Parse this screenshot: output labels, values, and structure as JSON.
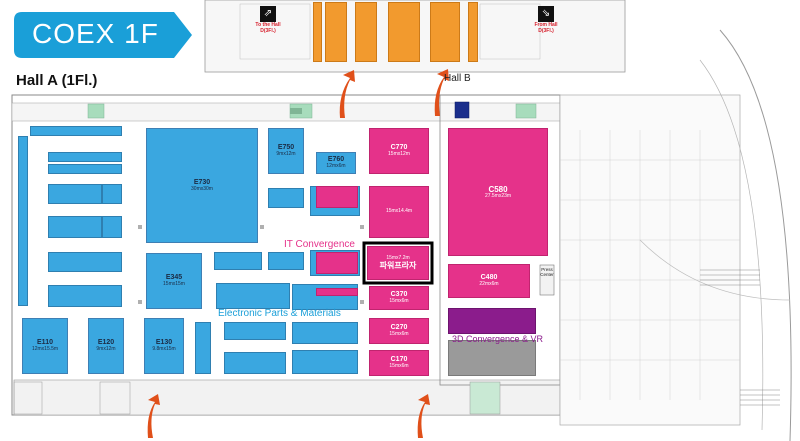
{
  "title": "COEX 1F",
  "hall_a_label": "Hall A (1Fl.)",
  "hall_b_label": "Hall B",
  "to_hall_d": "To the Hall D(3Fl.)",
  "from_hall_d": "From Hall D(3Fl.)",
  "zones": {
    "it": "IT Convergence",
    "electronic": "Electronic Parts & Materials",
    "vr": "3D Convergence & VR"
  },
  "press_center": "Press Center",
  "highlight": {
    "size": "15mx7.2m",
    "name": "파워프라자"
  },
  "booths": {
    "E730": {
      "code": "E730",
      "size": "30mx30m"
    },
    "E750": {
      "code": "E750",
      "size": "9mx12m"
    },
    "E760": {
      "code": "E760",
      "size": "12mx6m"
    },
    "E345": {
      "code": "E345",
      "size": "15mx15m"
    },
    "E110": {
      "code": "E110",
      "size": "12mx15.5m"
    },
    "E120": {
      "code": "E120",
      "size": "9mx12m"
    },
    "E130": {
      "code": "E130",
      "size": "9.8mx15m"
    },
    "C770": {
      "code": "C770",
      "size": "15mx12m"
    },
    "C771": {
      "code": "",
      "size": "15mx14.4m"
    },
    "C370": {
      "code": "C370",
      "size": "15mx6m"
    },
    "C270": {
      "code": "C270",
      "size": "15mx6m"
    },
    "C170": {
      "code": "C170",
      "size": "15mx6m"
    },
    "C580": {
      "code": "C580",
      "size": "27.5mx23m"
    },
    "C480": {
      "code": "C480",
      "size": "22mx6m"
    }
  },
  "colors": {
    "blue": "#3aa7e0",
    "pink": "#e5328a",
    "purple": "#8b1c8c",
    "orange": "#f29a2e",
    "title_bg": "#1a9fd8",
    "arrow": "#e0501a",
    "highlight_border": "#000000"
  }
}
